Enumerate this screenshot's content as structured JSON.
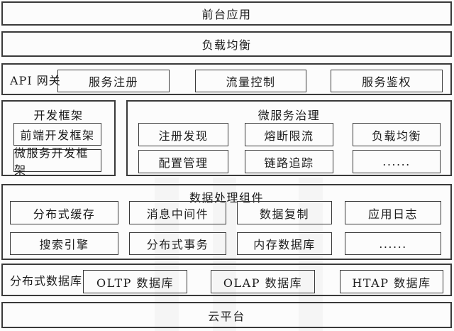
{
  "colors": {
    "border": "#3a3a3a",
    "text": "#1c1c1c",
    "background": "#fcfcfc"
  },
  "layers": {
    "front_app": {
      "label": "前台应用"
    },
    "load_balance": {
      "label": "负载均衡"
    },
    "api_gateway": {
      "label": "API 网关",
      "items": [
        "服务注册",
        "流量控制",
        "服务鉴权"
      ]
    },
    "dev_framework": {
      "title": "开发框架",
      "items": [
        "前端开发框架",
        "微服务开发框架"
      ]
    },
    "governance": {
      "title": "微服务治理",
      "items": [
        "注册发现",
        "熔断限流",
        "负载均衡",
        "配置管理",
        "链路追踪",
        "......"
      ]
    },
    "data_components": {
      "title": "数据处理组件",
      "items": [
        "分布式缓存",
        "消息中间件",
        "数据复制",
        "应用日志",
        "搜索引擎",
        "分布式事务",
        "内存数据库",
        "......"
      ]
    },
    "distributed_db": {
      "label": "分布式数据库",
      "items": [
        "OLTP 数据库",
        "OLAP 数据库",
        "HTAP 数据库"
      ]
    },
    "cloud_platform": {
      "label": "云平台"
    }
  }
}
